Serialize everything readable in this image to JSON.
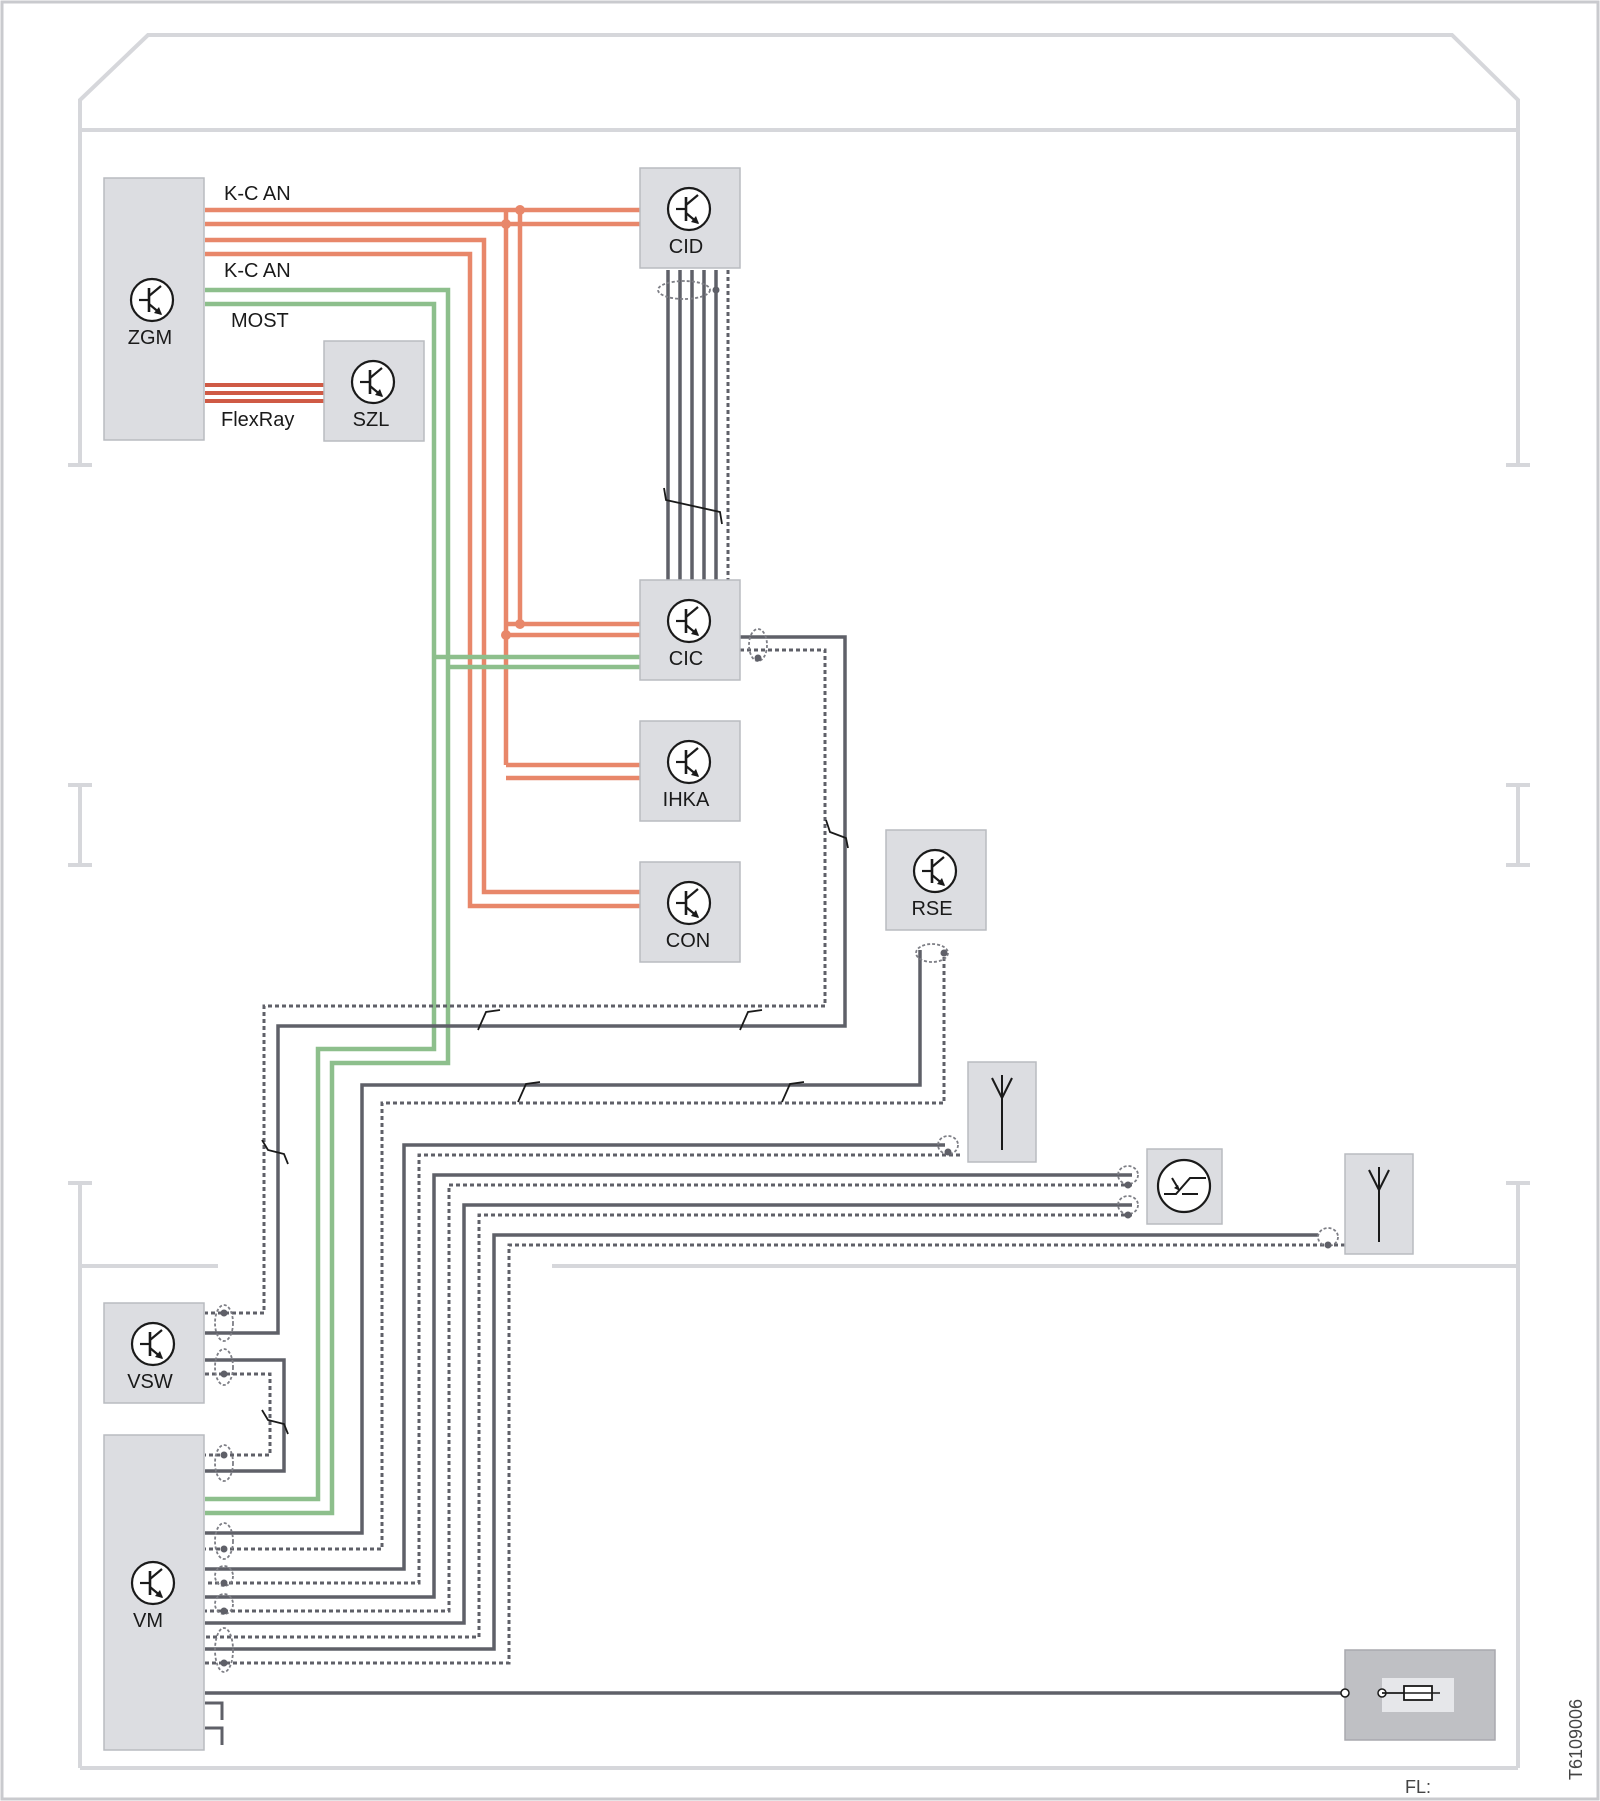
{
  "modules": {
    "zgm": "ZGM",
    "szl": "SZL",
    "cid": "CID",
    "cic": "CIC",
    "ihka": "IHKA",
    "con": "CON",
    "rse": "RSE",
    "vsw": "VSW",
    "vm": "VM"
  },
  "bus_labels": {
    "kcan_1": "K-C AN",
    "kcan_2": "K-C AN",
    "most": "MOST",
    "flexray": "FlexRay"
  },
  "figure_id": "T6109006",
  "footer_text": "FL:",
  "colors": {
    "kcan": "#e8876a",
    "flexray": "#cf5a45",
    "most": "#8dbf8c",
    "video": "#5f6068",
    "module_fill": "#dcdde1",
    "frame": "#d6d7db"
  },
  "icons": [
    "transistor-icon",
    "antenna-icon",
    "tuner-icon",
    "fuse-icon"
  ]
}
